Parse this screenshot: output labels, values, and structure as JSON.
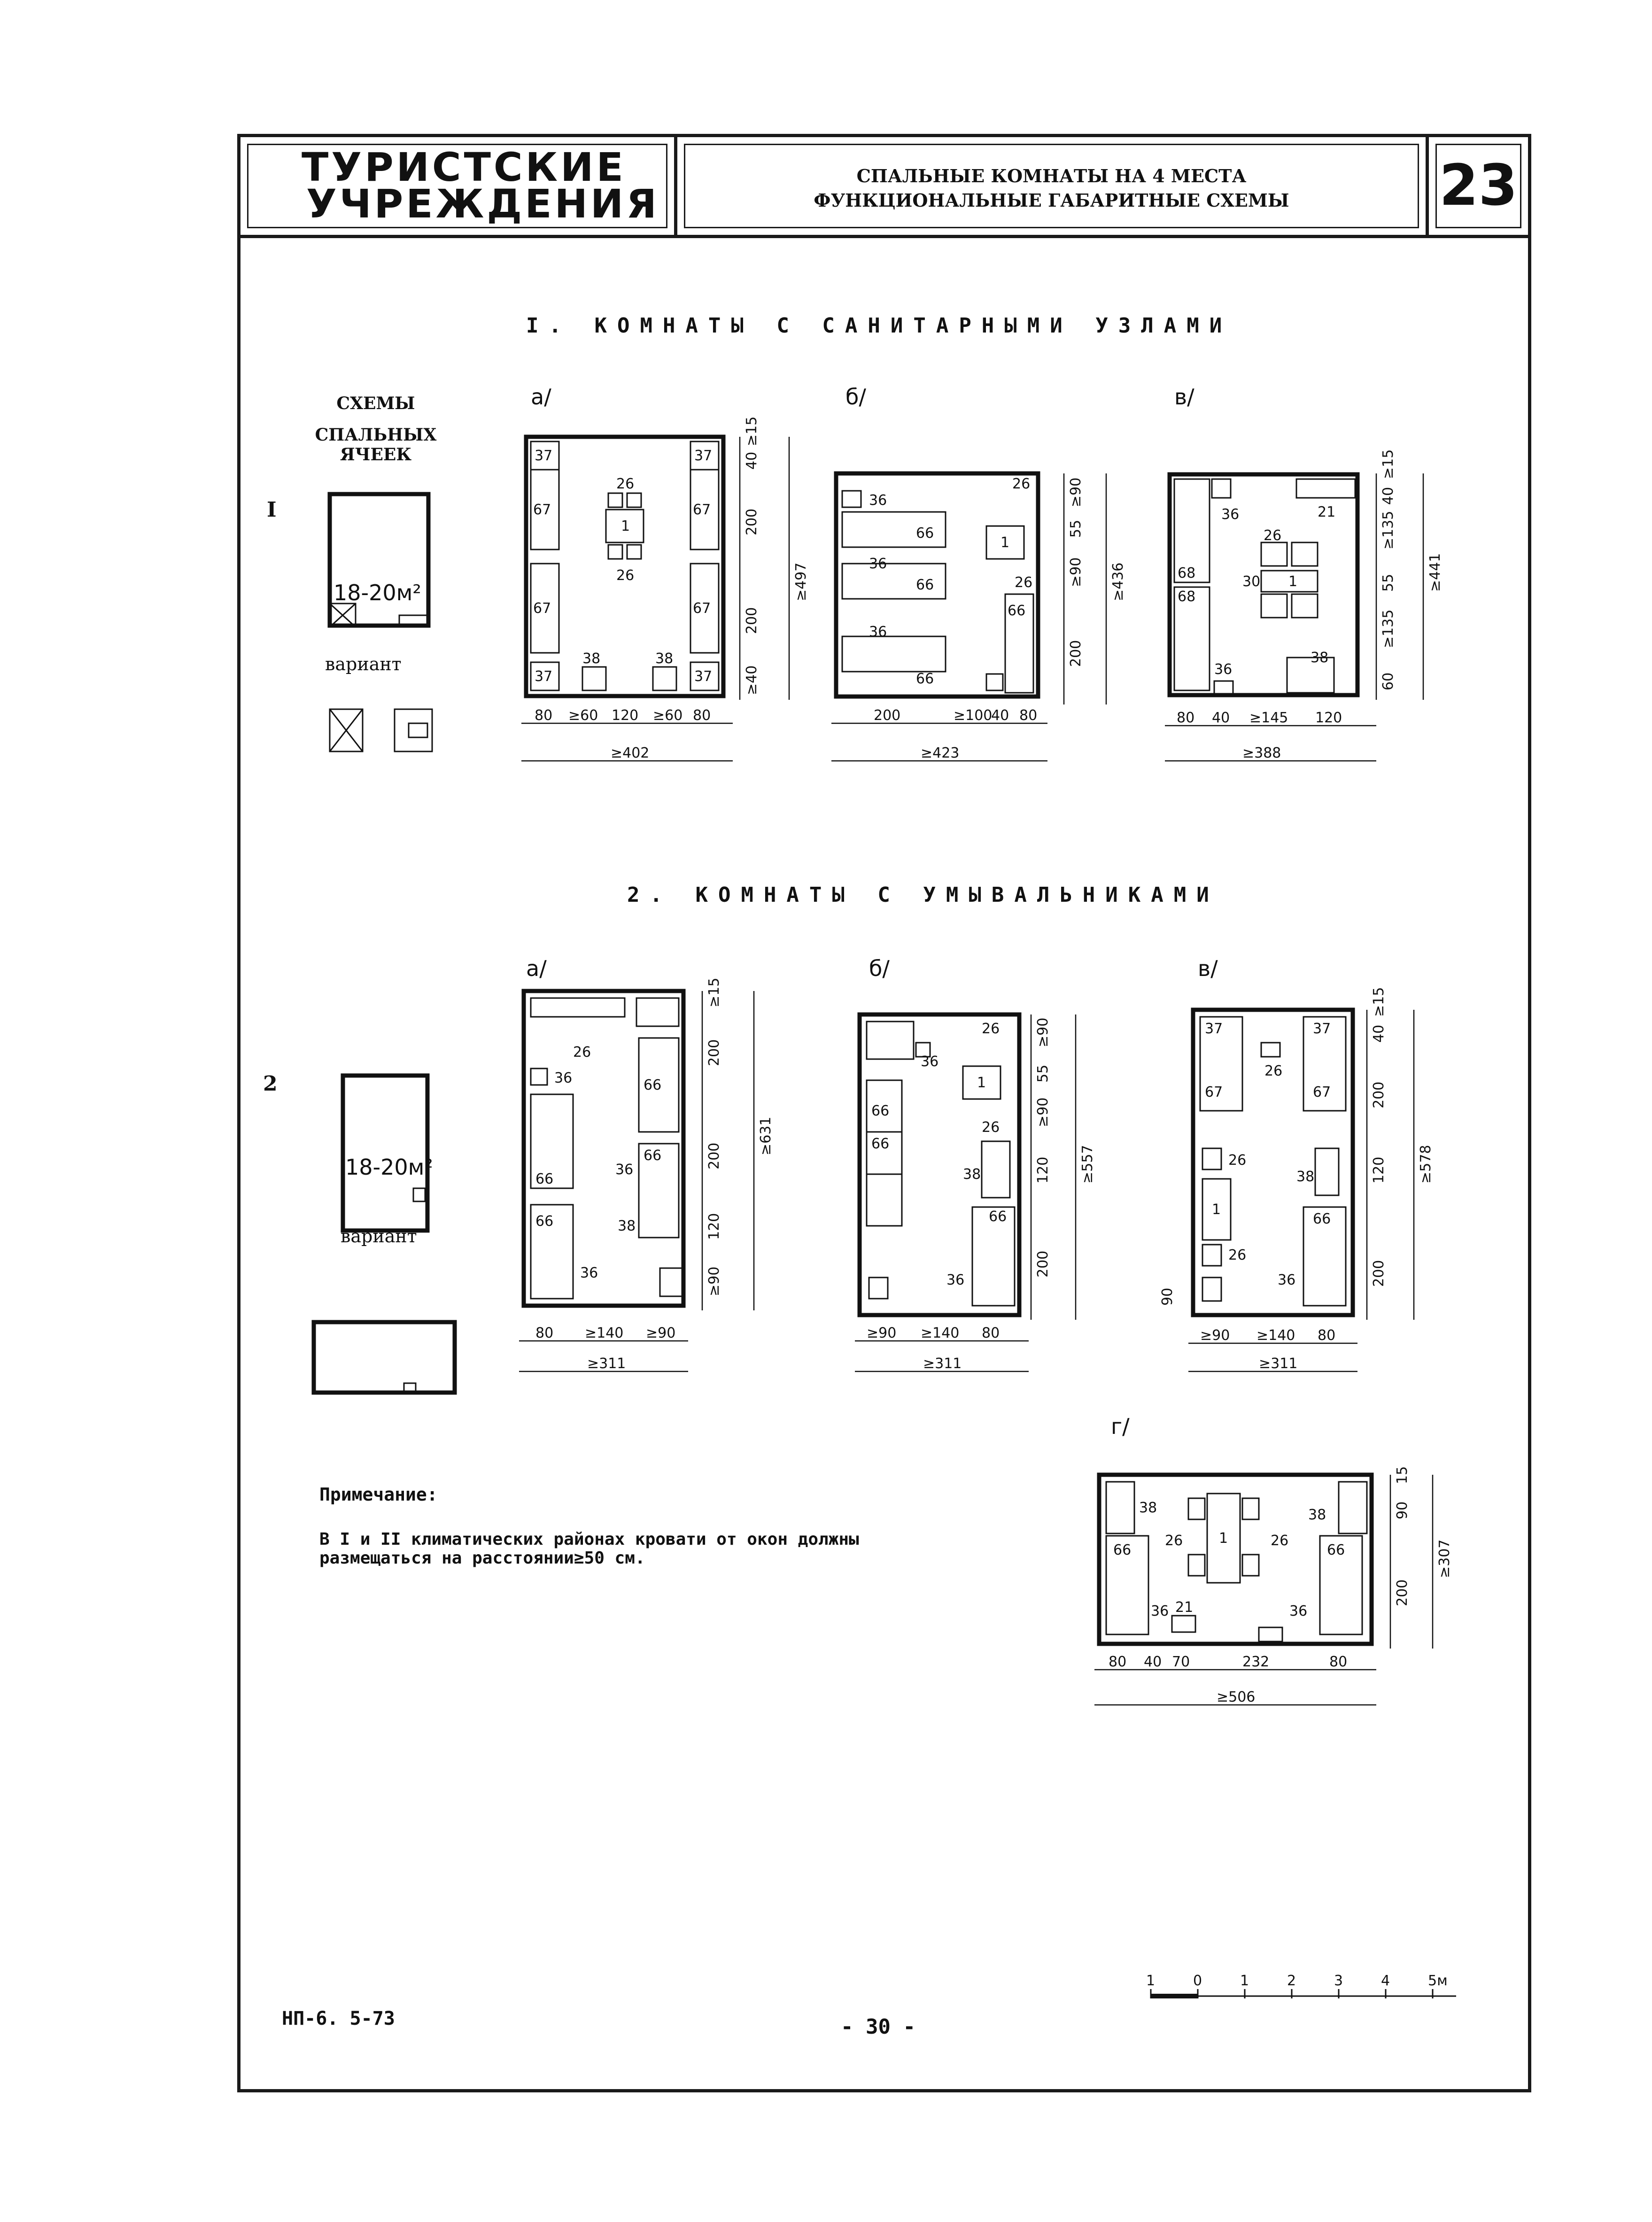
{
  "header": {
    "org_line1": "ТУРИСТСКИЕ",
    "org_line2": "УЧРЕЖДЕНИЯ",
    "title_line1": "СПАЛЬНЫЕ КОМНАТЫ НА 4 МЕСТА",
    "title_line2": "ФУНКЦИОНАЛЬНЫЕ ГАБАРИТНЫЕ СХЕМЫ",
    "sheet_number": "23"
  },
  "section1": {
    "title": "I. КОМНАТЫ С САНИТАРНЫМИ УЗЛАМИ",
    "schemes_label_1": "СХЕМЫ",
    "schemes_label_2": "СПАЛЬНЫХ ЯЧЕЕК",
    "row_number": "I",
    "cell_area": "18-20м²",
    "variant_label": "вариант",
    "variant_a": "а/",
    "variant_b": "б/",
    "variant_v": "в/",
    "plan_a": {
      "w_dims": [
        "80",
        "≥60",
        "120",
        "≥60",
        "80"
      ],
      "w_total": "≥402",
      "h_dims": [
        "40",
        "≥15",
        "200",
        "≥497",
        "200",
        "≥40"
      ],
      "items": [
        "37",
        "67",
        "26",
        "1",
        "26",
        "67",
        "38",
        "37",
        "37",
        "67",
        "67",
        "38",
        "37"
      ]
    },
    "plan_b": {
      "w_dims": [
        "200",
        "≥100",
        "40",
        "80"
      ],
      "w_total": "≥423",
      "h_dims": [
        "≥90",
        "55",
        "≥90",
        "≥436",
        "200"
      ],
      "items": [
        "36",
        "26",
        "1",
        "66",
        "36",
        "26",
        "66",
        "66",
        "36",
        "66"
      ]
    },
    "plan_v": {
      "w_dims": [
        "80",
        "40",
        "≥145",
        "120"
      ],
      "w_total": "≥388",
      "h_dims": [
        "40",
        "≥15",
        "≥135",
        "55",
        "≥441",
        "≥135",
        "60"
      ],
      "items": [
        "36",
        "21",
        "26",
        "68",
        "68",
        "30",
        "1",
        "36",
        "38"
      ]
    }
  },
  "section2": {
    "title": "2. КОМНАТЫ С УМЫВАЛЬНИКАМИ",
    "row_number": "2",
    "cell_area": "18-20м²",
    "variant_label": "вариант",
    "variant_a": "а/",
    "variant_b": "б/",
    "variant_v": "в/",
    "variant_g": "г/",
    "plan_a": {
      "w_dims": [
        "80",
        "≥140",
        "≥90"
      ],
      "w_total": "≥311",
      "h_dims": [
        "≥15",
        "200",
        "200",
        "≥631",
        "120",
        "≥90"
      ],
      "items": [
        "26",
        "36",
        "66",
        "66",
        "36",
        "66",
        "38",
        "66",
        "36"
      ]
    },
    "plan_b": {
      "w_dims": [
        "≥90",
        "≥140",
        "80"
      ],
      "w_total": "≥311",
      "h_dims": [
        "≥90",
        "55",
        "≥90",
        "120",
        "≥557",
        "200"
      ],
      "items": [
        "36",
        "26",
        "1",
        "26",
        "66",
        "66",
        "38",
        "66",
        "36"
      ]
    },
    "plan_v": {
      "w_dims": [
        "≥90",
        "≥140",
        "80"
      ],
      "w_total": "≥311",
      "h_dims": [
        "40",
        "≥15",
        "200",
        "120",
        "≥578",
        "200"
      ],
      "side_dim": "90",
      "items": [
        "37",
        "37",
        "26",
        "67",
        "67",
        "26",
        "38",
        "1",
        "26",
        "66",
        "36"
      ]
    },
    "plan_g": {
      "w_dims": [
        "80",
        "40",
        "70",
        "232",
        "80"
      ],
      "w_total": "≥506",
      "h_dims": [
        "15",
        "90",
        "≥307",
        "200"
      ],
      "items": [
        "38",
        "26",
        "1",
        "26",
        "38",
        "66",
        "66",
        "36",
        "21",
        "36"
      ]
    }
  },
  "note": {
    "heading": "Примечание:",
    "line1": "В I и II климатических районах кровати от окон должны",
    "line2": "размещаться на расстоянии≥50 см."
  },
  "scale": {
    "ticks": [
      "1",
      "0",
      "1",
      "2",
      "3",
      "4",
      "5м"
    ]
  },
  "footer": {
    "code": "НП-6. 5-73",
    "page": "- 30 -"
  }
}
